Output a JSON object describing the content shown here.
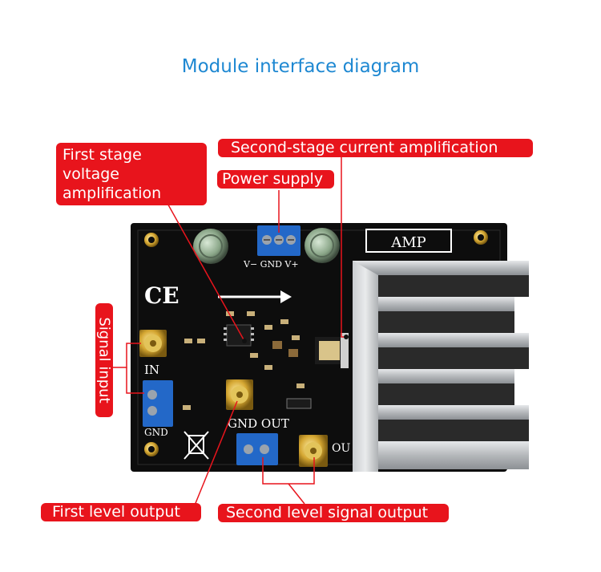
{
  "title": "Module interface diagram",
  "labels": {
    "first_stage": "First stage voltage amplification",
    "second_stage": "Second-stage current amplification",
    "power_supply": "Power supply",
    "signal_input": "Signal input",
    "first_level_output": "First level output",
    "second_level_output": "Second level signal output"
  },
  "silkscreen": {
    "amp": "AMP",
    "power_pins": "V− GND V+",
    "in": "IN",
    "gnd": "GND",
    "gnd_out": "GND OUT",
    "out": "OU",
    "ce": "CE"
  },
  "colors": {
    "title": "#1e88d2",
    "label_bg": "#e8141c",
    "pcb": "#0d0d0d",
    "terminal": "#2368c8",
    "heatsink": "#b9bcbf"
  }
}
